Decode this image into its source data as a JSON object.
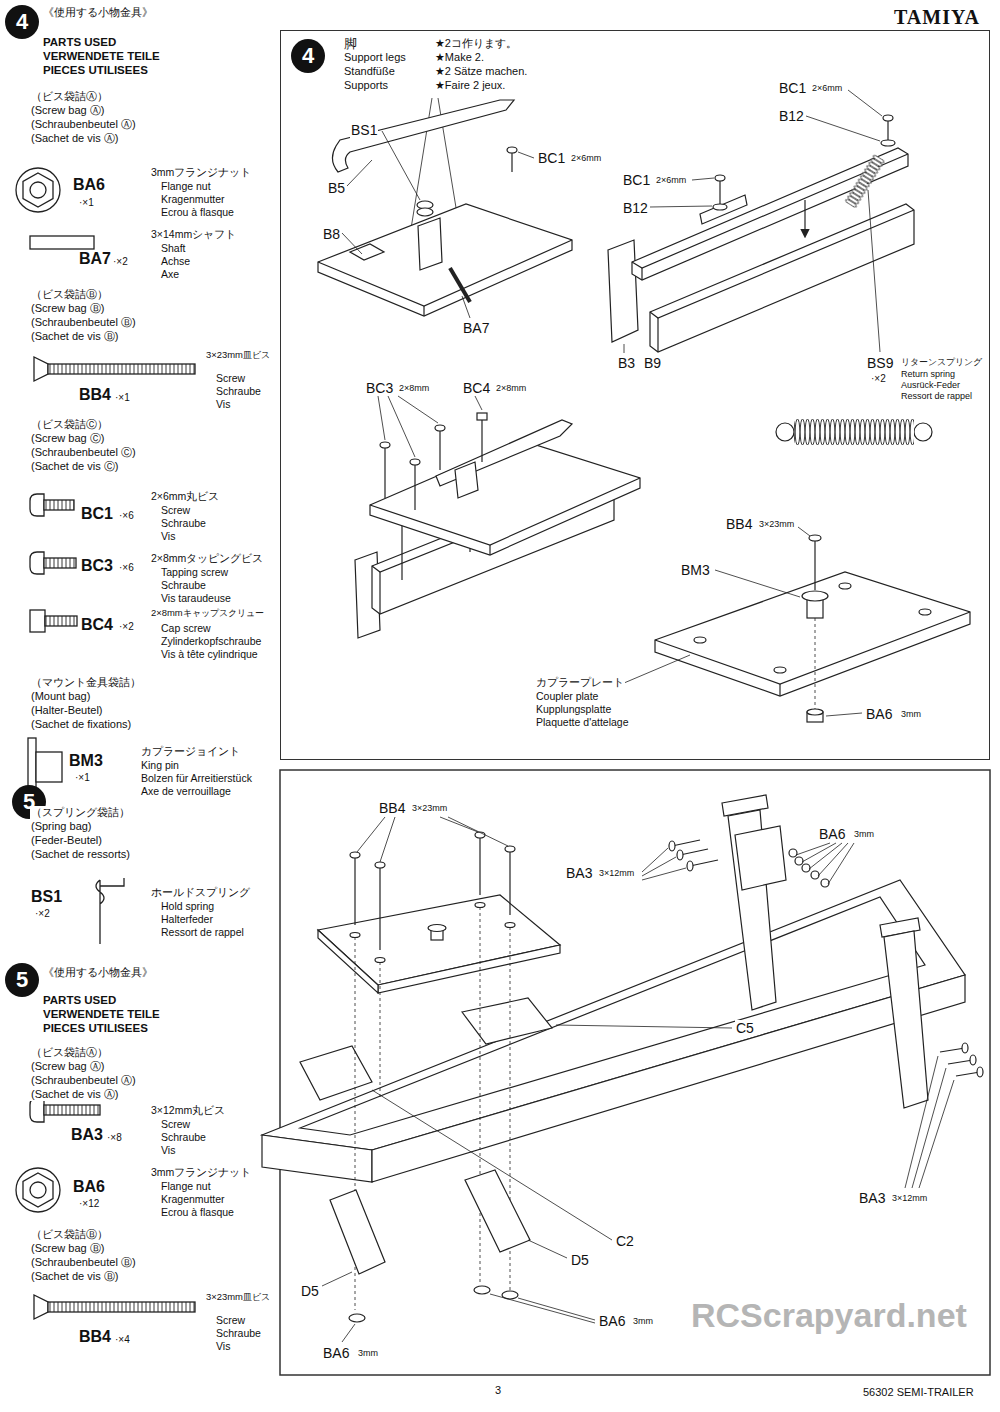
{
  "diagram": {
    "nodes": [
      {
        "text": [
          "4"
        ]
      },
      {
        "text": [
          "脚",
          "Support legs",
          "Standfüße",
          "Supports",
          "★2コ作ります。",
          "★Make 2.",
          "★2 Sätze machen.",
          "★Faire 2 jeux."
        ]
      },
      {
        "text": [
          "4"
        ],
        "in": 1
      },
      {
        "text": [
          "5"
        ]
      },
      {
        "text": [
          "5"
        ]
      }
    ],
    "labels": [
      "TAMIYA",
      "《使用する小物金具》",
      "PARTS USED",
      "VERWENDETE TEILE",
      "PIECES UTILISEES",
      "（ビス袋詰Ⓐ）",
      "(Screw bag Ⓐ)",
      "(Schraubenbeutel Ⓐ)",
      "(Sachet de vis Ⓐ)",
      "BA6",
      "·×1",
      "3mmフランジナット",
      "Flange nut",
      "Kragenmutter",
      "Ecrou à flasque",
      "BA7",
      "·×2",
      "3×14mmシャフト",
      "Shaft",
      "Achse",
      "Axe",
      "（ビス袋詰Ⓑ）",
      "(Screw bag Ⓑ)",
      "(Schraubenbeutel Ⓑ)",
      "(Sachet de vis Ⓑ)",
      "BB4",
      "·×1",
      "3×23mm皿ビス",
      "Screw",
      "Schraube",
      "Vis",
      "（ビス袋詰Ⓒ）",
      "(Screw bag Ⓒ)",
      "(Schraubenbeutel Ⓒ)",
      "(Sachet de vis Ⓒ)",
      "BC1",
      "·×6",
      "2×6mm丸ビス",
      "Screw",
      "Schraube",
      "Vis",
      "BC3",
      "·×6",
      "2×8mmタッピングビス",
      "Tapping screw",
      "Schraube",
      "Vis taraudeuse",
      "BC4",
      "·×2",
      "2×8mmキャップスクリュー",
      "Cap screw",
      "Zylinderkopfschraube",
      "Vis à tête cylindrique",
      "（マウント金具袋詰）",
      "(Mount bag)",
      "(Halter-Beutel)",
      "(Sachet de fixations)",
      "BM3",
      "·×1",
      "カプラージョイント",
      "King pin",
      "Bolzen für Arreitierstück",
      "Axe de verrouillage",
      "（スプリング袋詰）",
      "(Spring bag)",
      "(Feder-Beutel)",
      "(Sachet de ressorts)",
      "BS1",
      "·×2",
      "ホールドスプリング",
      "Hold spring",
      "Halterfeder",
      "Ressort de rappel",
      "《使用する小物金具》",
      "PARTS USED",
      "VERWENDETE TEILE",
      "PIECES UTILISEES",
      "（ビス袋詰Ⓐ）",
      "(Screw bag Ⓐ)",
      "(Schraubenbeutel Ⓐ)",
      "(Sachet de vis Ⓐ)",
      "BA3",
      "·×8",
      "3×12mm丸ビス",
      "Screw",
      "Schraube",
      "Vis",
      "BA6",
      "·×12",
      "3mmフランジナット",
      "Flange nut",
      "Kragenmutter",
      "Ecrou à flasque",
      "（ビス袋詰Ⓑ）",
      "(Screw bag Ⓑ)",
      "(Schraubenbeutel Ⓑ)",
      "(Sachet de vis Ⓑ)",
      "BB4",
      "·×4",
      "3×23mm皿ビス",
      "Screw",
      "Schraube",
      "Vis",
      "BS1",
      "BC1",
      "2×6mm",
      "B5",
      "B8",
      "BA7",
      "BC1",
      "2×6mm",
      "B12",
      "BC1",
      "2×6mm",
      "B12",
      "B3",
      "B9",
      "BS9",
      "·×2",
      "リターンスプリング",
      "Return spring",
      "Ausrück-Feder",
      "Ressort de rappel",
      "BC3",
      "2×8mm",
      "BC4",
      "2×8mm",
      "BB4",
      "3×23mm",
      "BM3",
      "カプラープレート",
      "Coupler plate",
      "Kupplungsplatte",
      "Plaquette d'attelage",
      "BA6",
      "3mm",
      "BB4",
      "3×23mm",
      "BA6",
      "3mm",
      "BA3",
      "3×12mm",
      "C5",
      "BA3",
      "3×12mm",
      "C2",
      "D5",
      "D5",
      "BA6",
      "3mm",
      "BA6",
      "3mm",
      "3",
      "56302 SEMI-TRAILER",
      "RCScrapyard.net"
    ]
  }
}
